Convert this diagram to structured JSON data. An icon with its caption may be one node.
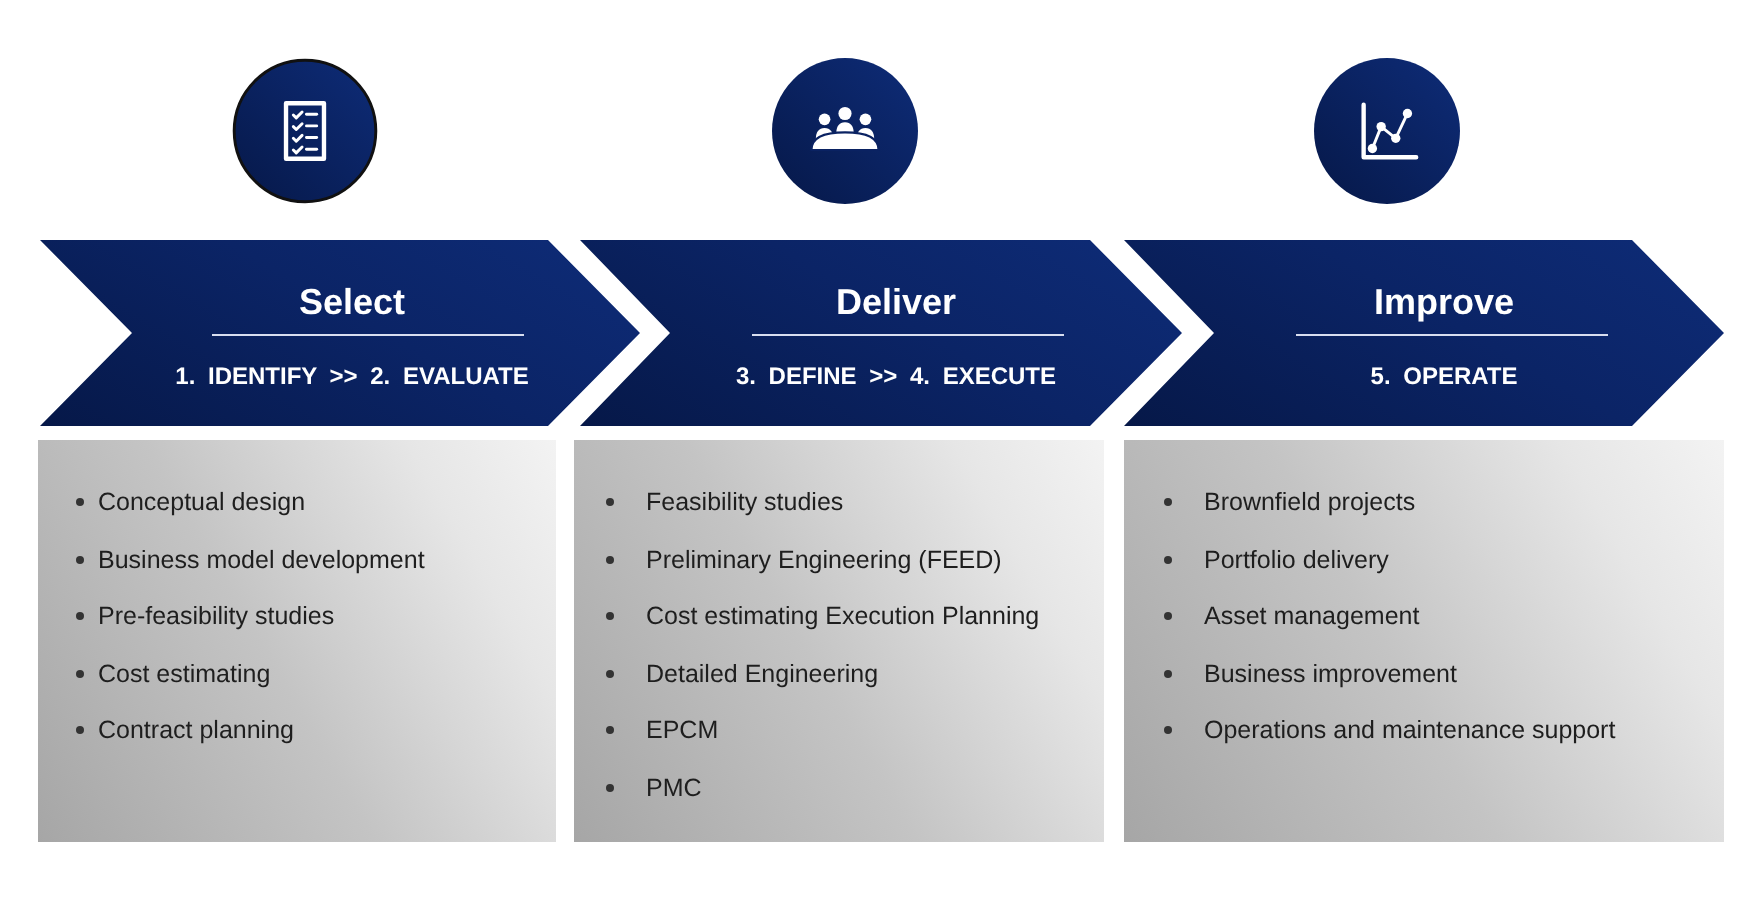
{
  "diagram": {
    "nodes": [
      {
        "text": [
          "Select",
          "1. IDENTIFY >> 2. EVALUATE"
        ]
      },
      {
        "text": [
          "Deliver",
          "3. DEFINE >> 4. EXECUTE"
        ]
      },
      {
        "text": [
          "Improve",
          "5. OPERATE"
        ]
      },
      {
        "text": [
          "Conceptual design",
          "Business model development",
          "Pre-feasibility studies",
          "Cost estimating",
          "Contract planning"
        ]
      },
      {
        "text": [
          "Feasibility studies",
          "Preliminary Engineering (FEED)",
          "Cost estimating Execution Planning",
          "Detailed Engineering",
          "EPCM",
          "PMC"
        ]
      },
      {
        "text": [
          "Brownfield projects",
          "Portfolio delivery",
          "Asset management",
          "Business improvement",
          "Operations and maintenance support"
        ]
      }
    ]
  }
}
